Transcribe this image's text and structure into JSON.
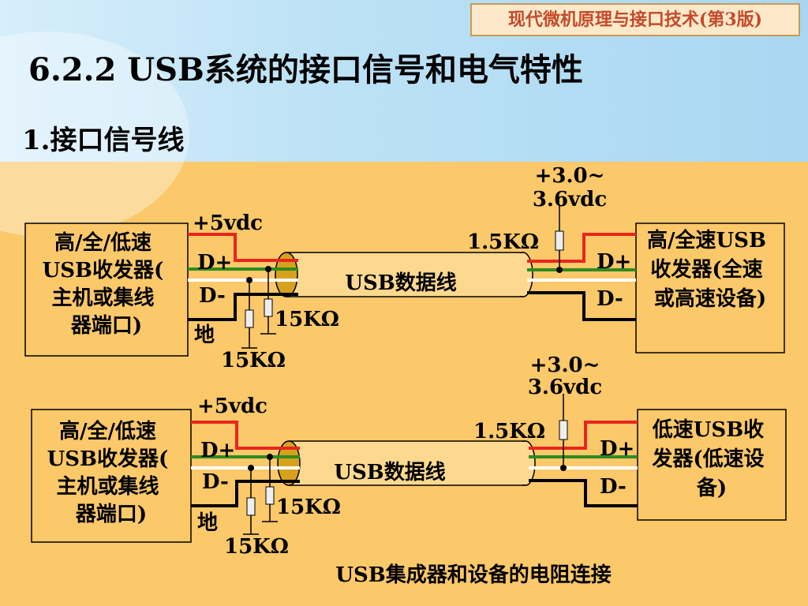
{
  "header": {
    "badge": "现代微机原理与接口技术(第3版)",
    "title": "6.2.2  USB系统的接口信号和电气特性",
    "subtitle": "1.接口信号线"
  },
  "diagram1": {
    "left_box": [
      "高/全/低速",
      "USB收发器(",
      "主机或集线",
      "器端口)"
    ],
    "right_box": [
      "高/全速USB",
      "收发器(全速",
      "或高速设备)"
    ],
    "vcc_left": "+5vdc",
    "vcc_right_1": "+3.0~",
    "vcc_right_2": "3.6vdc",
    "pullup": "1.5KΩ",
    "pulldown_a": "15KΩ",
    "pulldown_b": "15KΩ",
    "d_plus": "D+",
    "d_minus": "D-",
    "ground": "地",
    "cable": "USB数据线"
  },
  "diagram2": {
    "left_box": [
      "高/全/低速",
      "USB收发器(",
      "主机或集线",
      "器端口)"
    ],
    "right_box": [
      "低速USB收",
      "发器(低速设",
      "备)"
    ],
    "vcc_left": "+5vdc",
    "vcc_right_1": "+3.0~",
    "vcc_right_2": "3.6vdc",
    "pullup": "1.5KΩ",
    "pulldown_a": "15KΩ",
    "pulldown_b": "15KΩ",
    "d_plus": "D+",
    "d_minus": "D-",
    "ground": "地",
    "cable": "USB数据线"
  },
  "caption": "USB集成器和设备的电阻连接",
  "colors": {
    "red": "#e8261e",
    "green": "#2e8b1e",
    "white": "#ffffff",
    "black": "#000000",
    "badge_text": "#c44a2a",
    "background": "#fbc86a"
  }
}
